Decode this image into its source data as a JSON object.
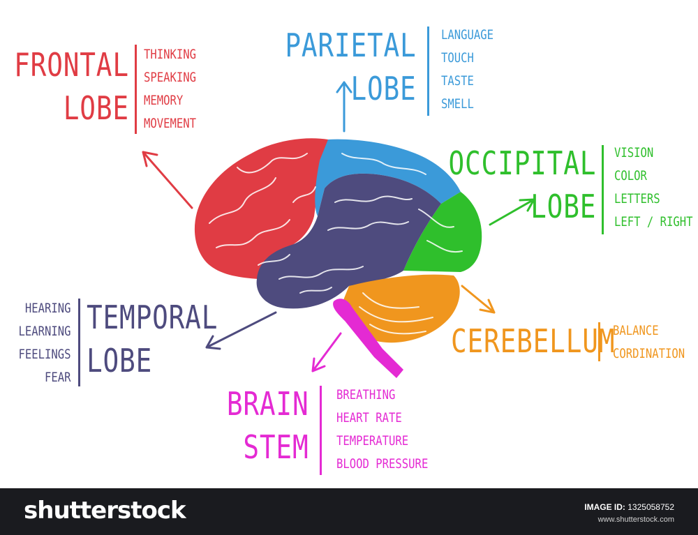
{
  "colors": {
    "frontal": "#e03c44",
    "parietal": "#3b9ad9",
    "occipital": "#2fbf2c",
    "temporal": "#4e4b7e",
    "cerebellum": "#f0961e",
    "brainstem": "#e42ad3"
  },
  "frontal": {
    "title_line1": "FRONTAL",
    "title_line2": "LOBE",
    "functions": [
      "THINKING",
      "SPEAKING",
      "MEMORY",
      "MOVEMENT"
    ]
  },
  "parietal": {
    "title_line1": "PARIETAL",
    "title_line2": "LOBE",
    "functions": [
      "LANGUAGE",
      "TOUCH",
      "TASTE",
      "SMELL"
    ]
  },
  "occipital": {
    "title_line1": "OCCIPITAL",
    "title_line2": "LOBE",
    "functions": [
      "VISION",
      "COLOR",
      "LETTERS",
      "LEFT / RIGHT"
    ]
  },
  "temporal": {
    "title_line1": "TEMPORAL",
    "title_line2": "LOBE",
    "functions": [
      "HEARING",
      "LEARNING",
      "FEELINGS",
      "FEAR"
    ]
  },
  "cerebellum": {
    "title": "CEREBELLUM",
    "functions": [
      "BALANCE",
      "CORDINATION"
    ]
  },
  "brainstem": {
    "title_line1": "BRAIN",
    "title_line2": "STEM",
    "functions": [
      "BREATHING",
      "HEART RATE",
      "TEMPERATURE",
      "BLOOD PRESSURE"
    ]
  },
  "footer": {
    "brand": "shutterstock",
    "image_id_label": "IMAGE ID:",
    "image_id": "1325058752",
    "site": "www.shutterstock.com"
  }
}
